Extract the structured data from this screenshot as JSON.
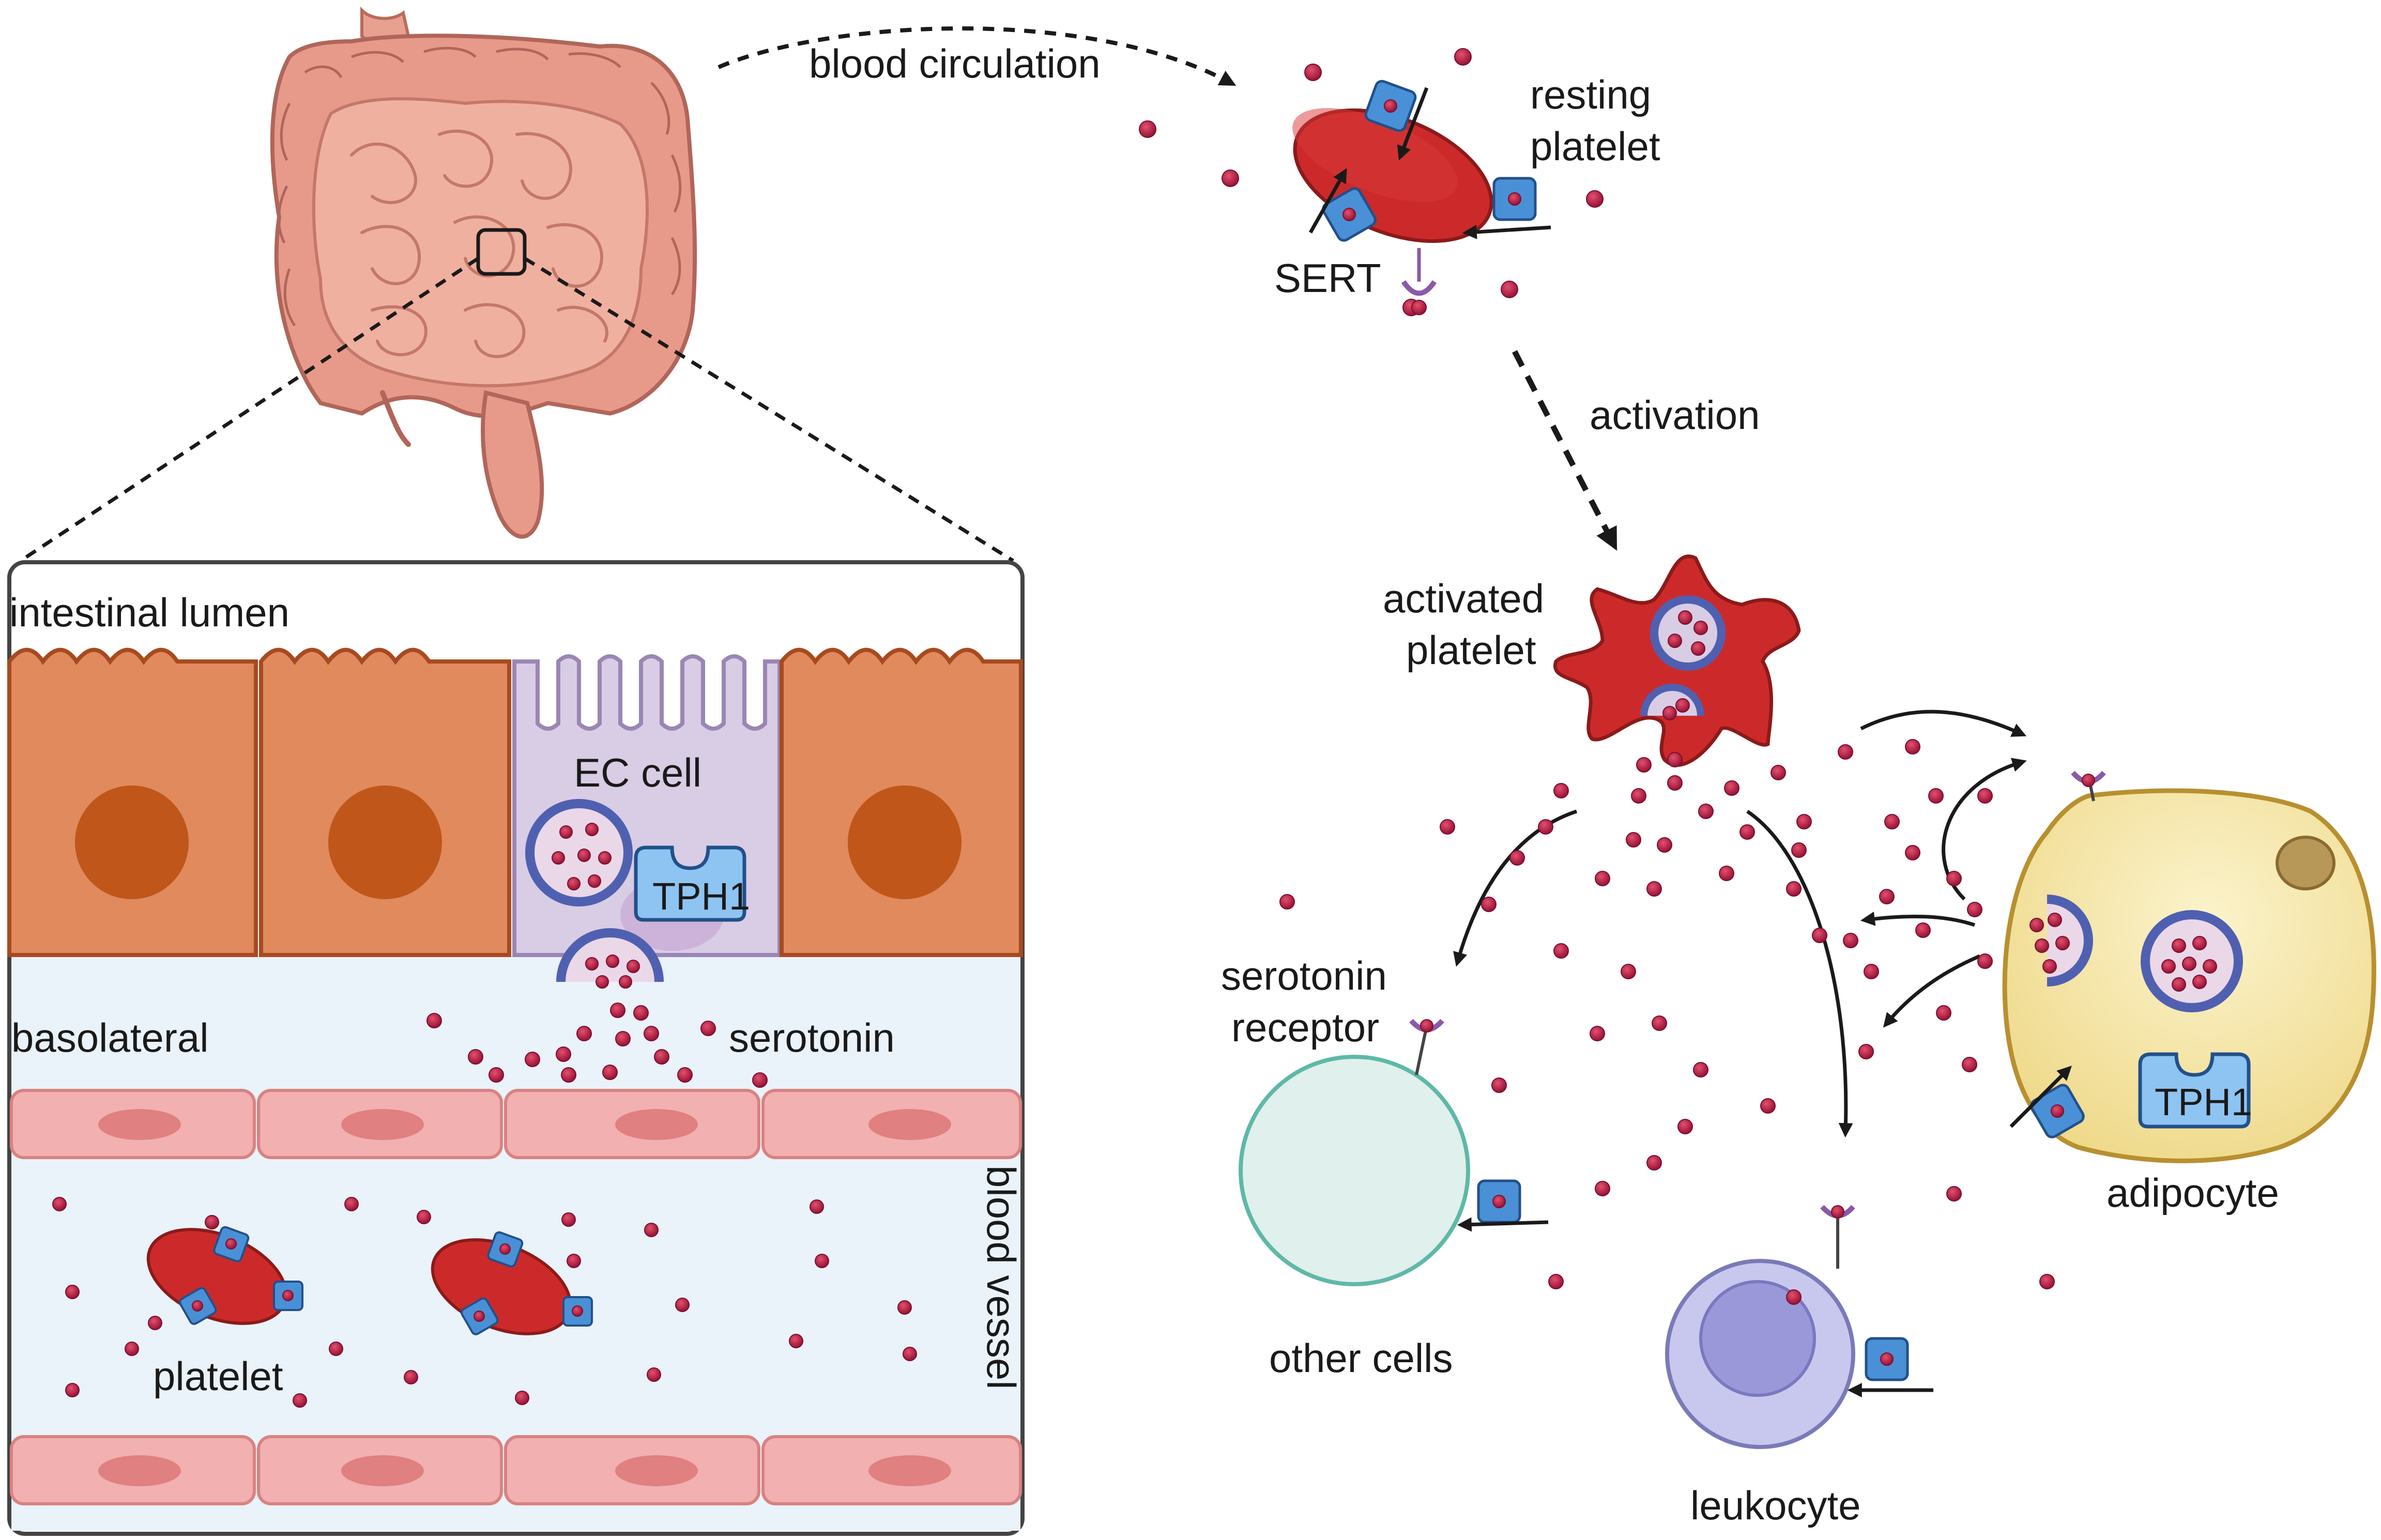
{
  "labels": {
    "blood_circulation": "blood circulation",
    "resting_platelet_l1": "resting",
    "resting_platelet_l2": "platelet",
    "sert": "SERT",
    "activation": "activation",
    "activated_platelet_l1": "activated",
    "activated_platelet_l2": "platelet",
    "intestinal_lumen": "intestinal lumen",
    "ec_cell": "EC cell",
    "tph1_ec": "TPH1",
    "basolateral": "basolateral",
    "serotonin": "serotonin",
    "blood_vessel": "blood vessel",
    "platelet": "platelet",
    "serotonin_receptor_l1": "serotonin",
    "serotonin_receptor_l2": "receptor",
    "other_cells": "other cells",
    "leukocyte": "leukocyte",
    "adipocyte": "adipocyte",
    "tph1_adipocyte": "TPH1"
  },
  "colors": {
    "serotonin_dot": "#b51f46",
    "platelet_red": "#cc2a2a",
    "sert_blue": "#4a90d6",
    "enterocyte": "#e08a5e",
    "nucleus": "#c0561a",
    "ec_cell": "#d8cde4",
    "vesicle": "#5060b0",
    "tph1": "#8ec4f2",
    "vessel_wall": "#f2b0b0",
    "vessel_lumen": "#eaf2fa",
    "other_cell": "#e0f0ec",
    "other_cell_border": "#5fb8a8",
    "leukocyte": "#c8c8ee",
    "leukocyte_nucleus": "#9a98d8",
    "adipocyte": "#f6e8a8",
    "adipocyte_border": "#c8a040",
    "intestine": "#e8a090",
    "receptor": "#8a5aa8"
  }
}
